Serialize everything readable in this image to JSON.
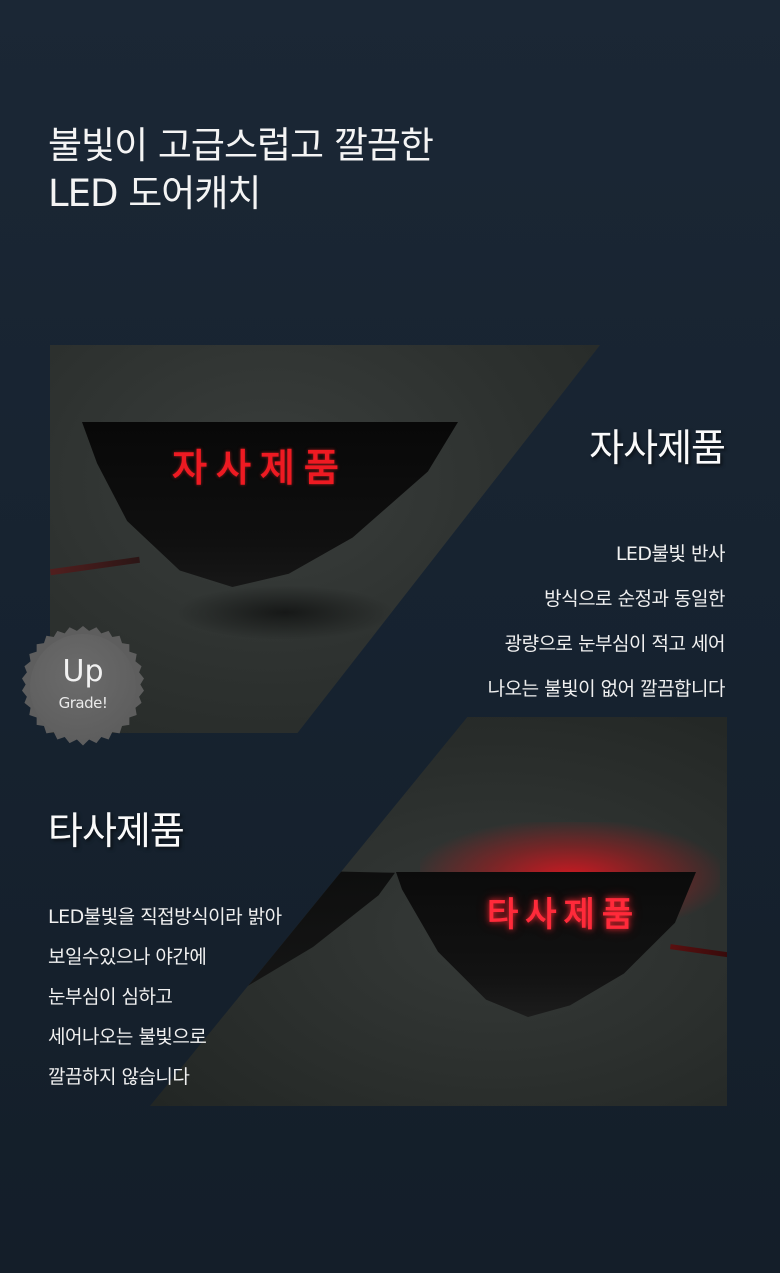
{
  "headline": {
    "line1": "불빛이 고급스럽고 깔끔한",
    "line2": "LED 도어캐치"
  },
  "ours": {
    "lamp_label": "자사제품",
    "title": "자사제품",
    "description": [
      "LED불빛 반사",
      "방식으로  순정과 동일한",
      "광량으로 눈부심이 적고 세어",
      "나오는  불빛이 없어 깔끔합니다"
    ]
  },
  "badge": {
    "line1": "Up",
    "line2": "Grade!"
  },
  "other": {
    "lamp_label": "타사제품",
    "title": "타사제품",
    "description": [
      "LED불빛을 직접방식이라 밝아",
      "보일수있으나 야간에",
      "눈부심이 심하고",
      "세어나오는 불빛으로",
      "깔끔하지 않습니다"
    ]
  },
  "colors": {
    "background": "#1b2735",
    "our_led": "#ee1a22",
    "other_led": "#ff2a3a",
    "badge": "#5e5e5e"
  }
}
